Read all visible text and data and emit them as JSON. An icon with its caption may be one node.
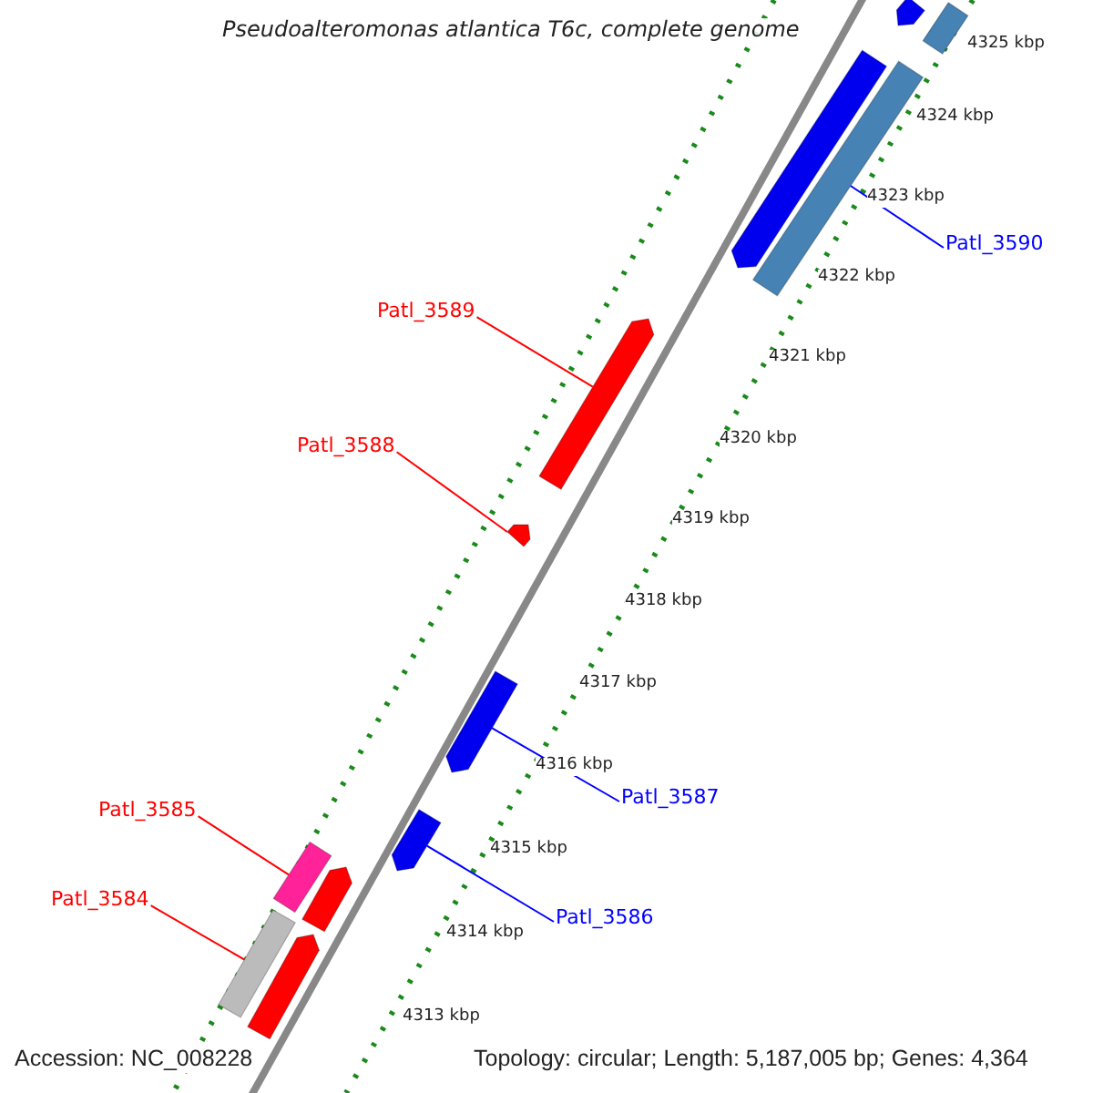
{
  "diagram": {
    "title": "Pseudoalteromonas atlantica T6c, complete genome",
    "nodes": [
      {
        "text": [],
        "shape": "arrow"
      },
      {
        "text": [],
        "shape": "bar"
      },
      {
        "text": [],
        "shape": "arrow"
      },
      {
        "text": [],
        "shape": "bar"
      },
      {
        "text": [
          "Patl_3590"
        ]
      },
      {
        "text": [
          "Patl_3589"
        ]
      },
      {
        "text": [],
        "shape": "arrow"
      },
      {
        "text": [
          "Patl_3588"
        ]
      },
      {
        "text": [],
        "shape": "arrow"
      },
      {
        "text": [],
        "shape": "arrow"
      },
      {
        "text": [
          "Patl_3587"
        ]
      },
      {
        "text": [],
        "shape": "arrow"
      },
      {
        "text": [
          "Patl_3586"
        ]
      },
      {
        "text": [
          "Patl_3585"
        ]
      },
      {
        "text": [],
        "shape": "bar"
      },
      {
        "text": [],
        "shape": "arrow"
      },
      {
        "text": [
          "Patl_3584"
        ]
      },
      {
        "text": [],
        "shape": "bar"
      },
      {
        "text": [],
        "shape": "arrow"
      }
    ],
    "edges": [
      {
        "from": 4,
        "to": 3,
        "arrow": "none",
        "color": "#0000ff"
      },
      {
        "from": 5,
        "to": 6,
        "arrow": "none"
      },
      {
        "from": 7,
        "to": 8,
        "arrow": "none"
      },
      {
        "from": 10,
        "to": 9,
        "arrow": "none",
        "color": "#0000ff"
      },
      {
        "from": 12,
        "to": 11,
        "arrow": "none",
        "color": "#0000ff"
      },
      {
        "from": 13,
        "to": 14,
        "arrow": "none"
      },
      {
        "from": 16,
        "to": 17,
        "arrow": "none"
      }
    ],
    "labels": [
      "4325 kbp",
      "4324 kbp",
      "4323 kbp",
      "4322 kbp",
      "4321 kbp",
      "4320 kbp",
      "4319 kbp",
      "4318 kbp",
      "4317 kbp",
      "4316 kbp",
      "4315 kbp",
      "4314 kbp",
      "4313 kbp",
      "Accession: NC_008228",
      "Topology: circular; Length: 5,187,005 bp; Genes: 4,364"
    ]
  }
}
